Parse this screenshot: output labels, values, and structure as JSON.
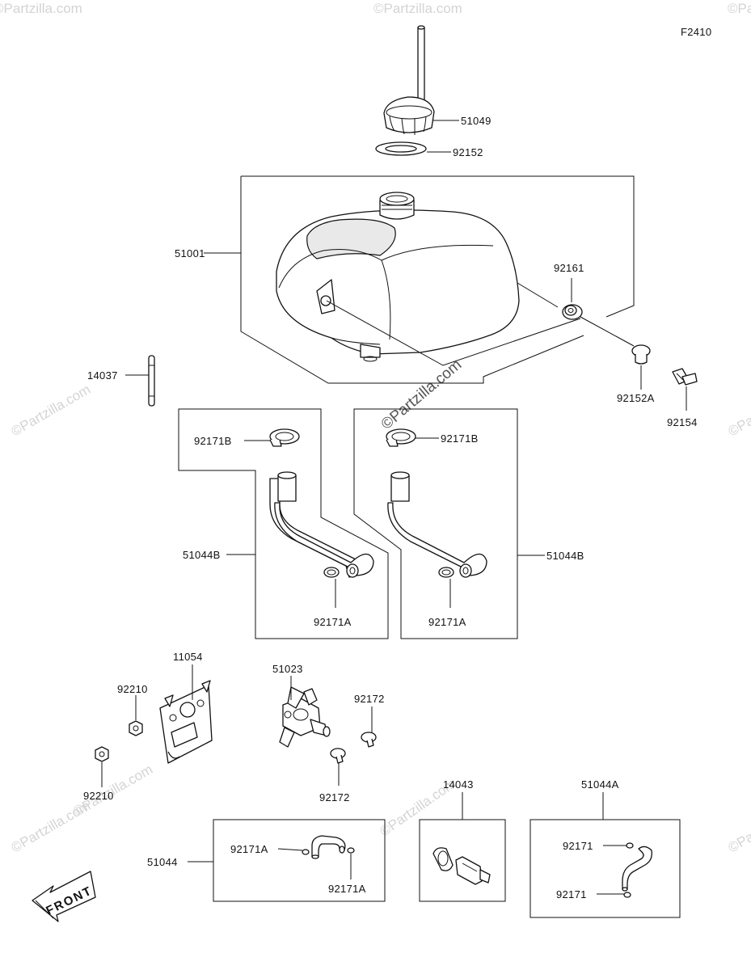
{
  "figure_code": "F2410",
  "watermark": "©Partzilla.com",
  "front_label": "FRONT",
  "labels": {
    "cap": "51049",
    "cap_gasket": "92152",
    "tank": "51001",
    "damper": "92161",
    "collar": "92152A",
    "bolt_tank": "92154",
    "rod": "14037",
    "clamp_b_left": "92171B",
    "clamp_b_right": "92171B",
    "hose_b_left": "51044B",
    "hose_b_right": "51044B",
    "clamp_a_left": "92171A",
    "clamp_a_right": "92171A",
    "bracket": "11054",
    "nut_top": "92210",
    "nut_bottom": "92210",
    "cock": "51023",
    "screw_top": "92172",
    "screw_bottom": "92172",
    "filter": "14043",
    "hose_a": "51044A",
    "clamp_hose_a_top": "92171",
    "clamp_hose_a_bottom": "92171",
    "hose_main": "51044",
    "clamp_main_left": "92171A",
    "clamp_main_right": "92171A"
  }
}
